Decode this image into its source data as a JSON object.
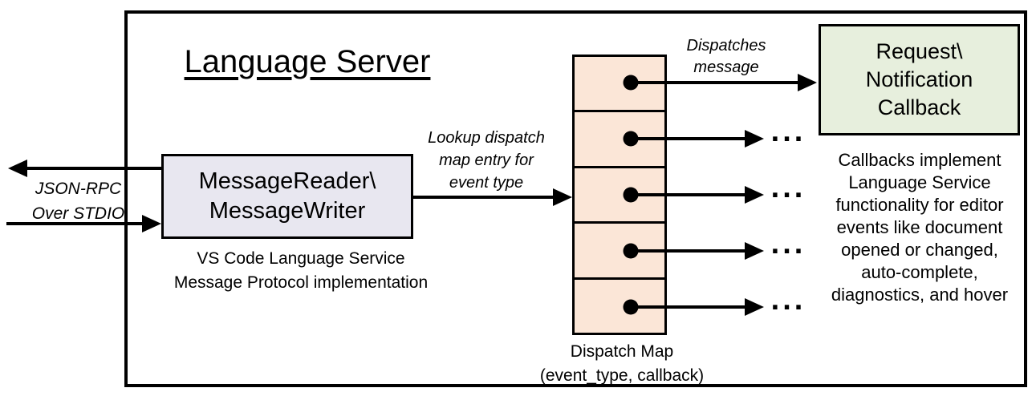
{
  "title": "Language Server",
  "io_label": "JSON-RPC\nOver STDIO",
  "reader_box_label": "MessageReader\\\nMessageWriter",
  "reader_caption": "VS Code Language Service\nMessage Protocol implementation",
  "lookup_label": "Lookup dispatch\nmap entry for\nevent type",
  "dispatches_label": "Dispatches\nmessage",
  "callback_box_label": "Request\\\nNotification\nCallback",
  "callbacks_note": "Callbacks implement\nLanguage Service\nfunctionality for editor\nevents like document\nopened or changed,\nauto-complete,\ndiagnostics, and hover",
  "dispatch_map_label": "Dispatch Map\n(event_type, callback)",
  "ellipsis": "...",
  "dispatch_map": {
    "cell_count": 5
  },
  "colors": {
    "reader_box_fill": "#e8e7f0",
    "dispatch_cell_fill": "#fbe6d7",
    "callback_box_fill": "#e7efdd",
    "line": "#000000",
    "background": "#ffffff"
  }
}
